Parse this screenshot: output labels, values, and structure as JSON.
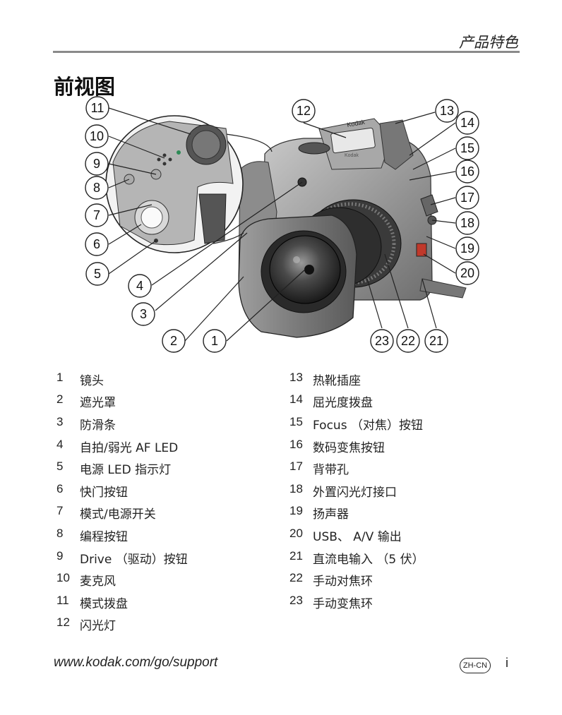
{
  "header": {
    "section_title": "产品特色"
  },
  "page_title": "前视图",
  "figure": {
    "callouts": [
      "1",
      "2",
      "3",
      "4",
      "5",
      "6",
      "7",
      "8",
      "9",
      "10",
      "11",
      "12",
      "13",
      "14",
      "15",
      "16",
      "17",
      "18",
      "19",
      "20",
      "21",
      "22",
      "23"
    ],
    "brand_marks": [
      "Kodak",
      "Kodak"
    ]
  },
  "parts_left": [
    {
      "num": "1",
      "label": "镜头"
    },
    {
      "num": "2",
      "label": "遮光罩"
    },
    {
      "num": "3",
      "label": "防滑条"
    },
    {
      "num": "4",
      "label": "自拍/弱光 AF LED"
    },
    {
      "num": "5",
      "label": "电源 LED 指示灯"
    },
    {
      "num": "6",
      "label": "快门按钮"
    },
    {
      "num": "7",
      "label": "模式/电源开关"
    },
    {
      "num": "8",
      "label": "编程按钮"
    },
    {
      "num": "9",
      "label": "Drive （驱动）按钮"
    },
    {
      "num": "10",
      "label": "麦克风"
    },
    {
      "num": "11",
      "label": "模式拨盘"
    },
    {
      "num": "12",
      "label": "闪光灯"
    }
  ],
  "parts_right": [
    {
      "num": "13",
      "label": "热靴插座"
    },
    {
      "num": "14",
      "label": "屈光度拨盘"
    },
    {
      "num": "15",
      "label": "Focus （对焦）按钮"
    },
    {
      "num": "16",
      "label": "数码变焦按钮"
    },
    {
      "num": "17",
      "label": "背带孔"
    },
    {
      "num": "18",
      "label": "外置闪光灯接口"
    },
    {
      "num": "19",
      "label": "扬声器"
    },
    {
      "num": "20",
      "label": "USB、 A/V 输出"
    },
    {
      "num": "21",
      "label": "直流电输入 （5 伏）"
    },
    {
      "num": "22",
      "label": "手动对焦环"
    },
    {
      "num": "23",
      "label": "手动变焦环"
    }
  ],
  "footer": {
    "url": "www.kodak.com/go/support",
    "lang_badge": "ZH-CN",
    "page_number": "i"
  }
}
